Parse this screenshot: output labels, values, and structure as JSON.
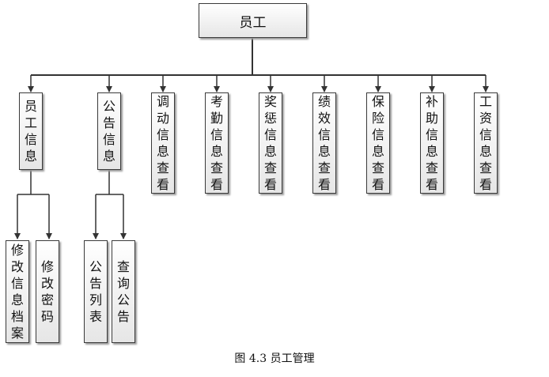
{
  "root": "员工",
  "level1": [
    {
      "label": "员工信息"
    },
    {
      "label": "公告信息"
    },
    {
      "label": "调动信息查看"
    },
    {
      "label": "考勤信息查看"
    },
    {
      "label": "奖惩信息查看"
    },
    {
      "label": "绩效信息查看"
    },
    {
      "label": "保险信息查看"
    },
    {
      "label": "补助信息查看"
    },
    {
      "label": "工资信息查看"
    }
  ],
  "level2": {
    "employee_info": [
      "修改信息档案",
      "修改密码"
    ],
    "notice_info": [
      "公告列表",
      "查询公告"
    ]
  },
  "caption": "图 4.3 员工管理"
}
